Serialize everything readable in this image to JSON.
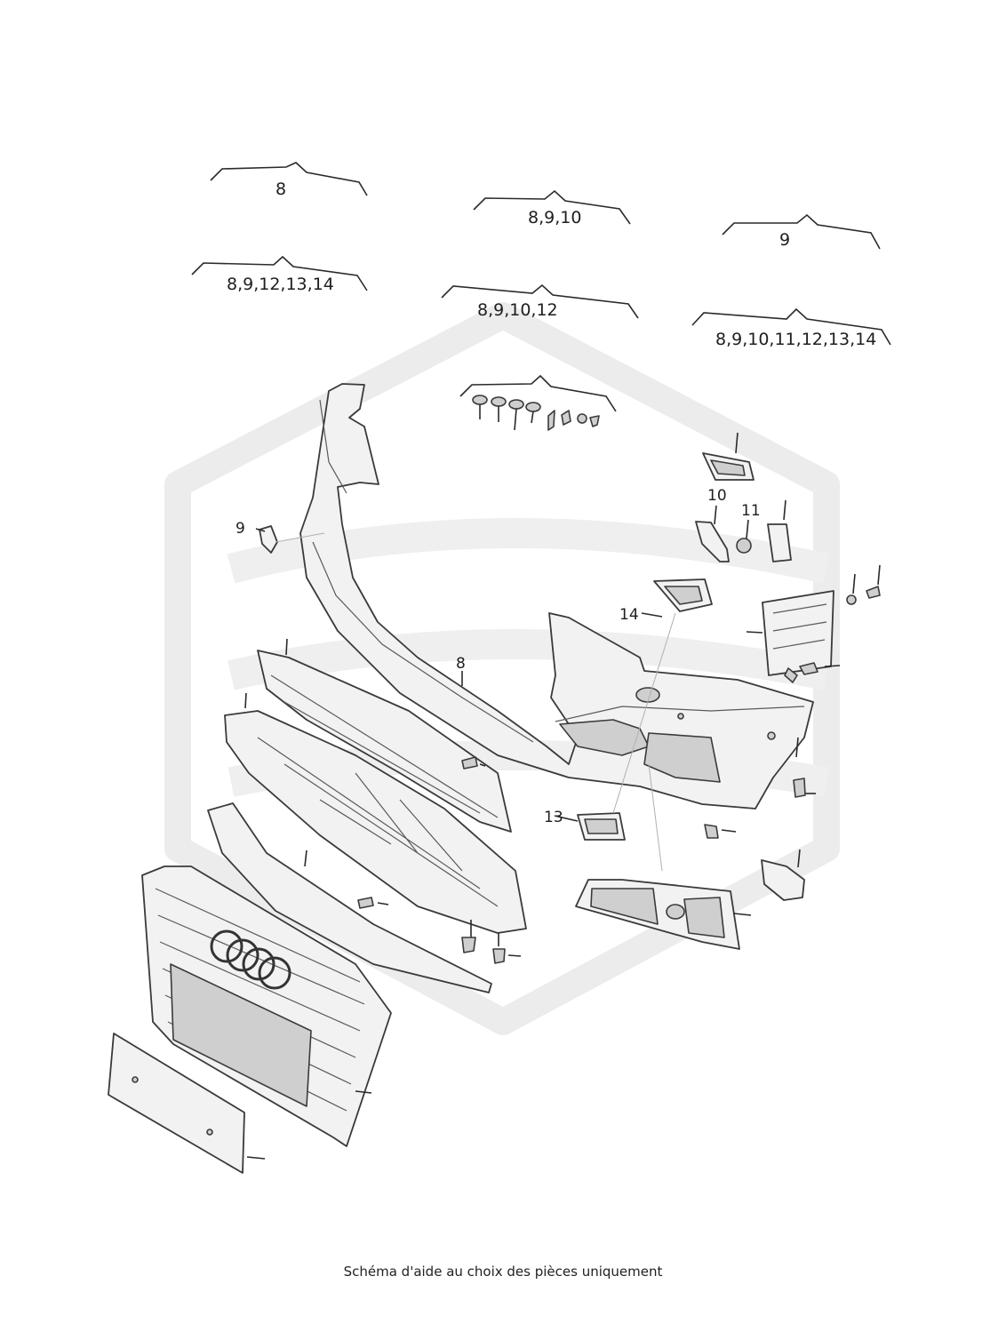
{
  "brace_labels": [
    "8",
    "8,9,10",
    "9",
    "8,9,12,13,14",
    "8,9,10,12",
    "8,9,10,11,12,13,14"
  ],
  "callouts": {
    "c8": "8",
    "c9": "9",
    "c10": "10",
    "c11": "11",
    "c13": "13",
    "c14": "14"
  },
  "caption": "Schéma d'aide au choix des pièces uniquement"
}
